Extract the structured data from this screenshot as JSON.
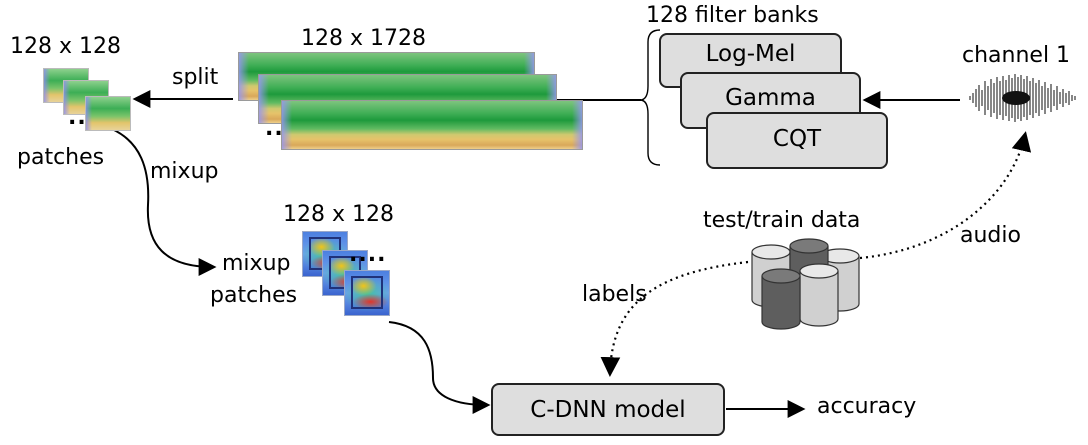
{
  "labels": {
    "patch_size_top": "128 x 128",
    "split": "split",
    "strip_size": "128 x 1728",
    "filter_banks_title": "128 filter banks",
    "channel": "channel 1",
    "patches": "patches",
    "mixup": "mixup",
    "patch_size_mid": "128 x 128",
    "test_train": "test/train data",
    "audio": "audio",
    "mixup_patches_line1": "mixup",
    "mixup_patches_line2": "patches",
    "labels_edge": "labels",
    "accuracy": "accuracy",
    "ellipsis": "..",
    "ellipsis_long": "...."
  },
  "filter_banks": [
    "Log-Mel",
    "Gamma",
    "CQT"
  ],
  "model": "C-DNN model",
  "colors": {
    "box_fill": "#dedede",
    "cylinder_light": "#d0d0d0",
    "cylinder_dark": "#5e5e5e"
  }
}
